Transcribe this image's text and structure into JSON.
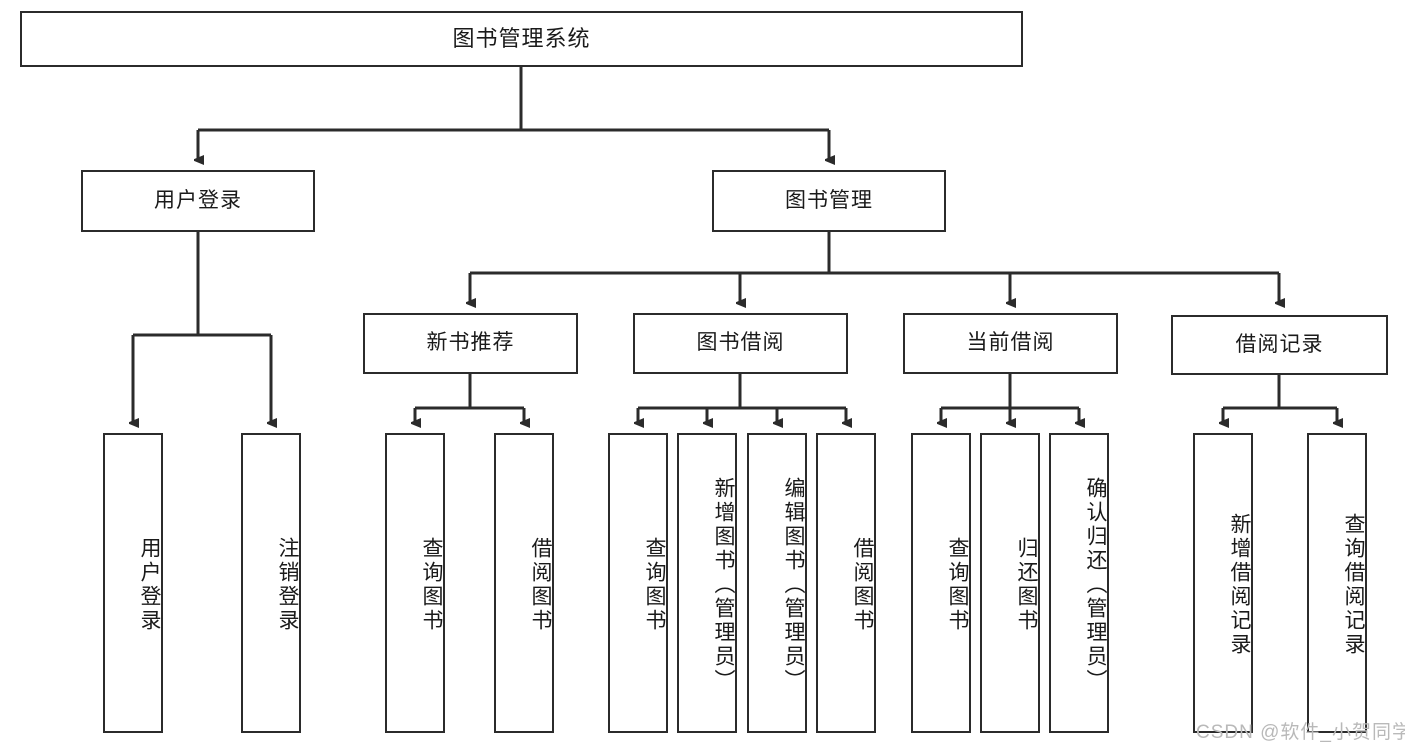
{
  "diagram": {
    "title_node": {
      "label": "图书管理系统"
    },
    "level2": [
      {
        "id": "user-login",
        "label": "用户登录"
      },
      {
        "id": "book-manage",
        "label": "图书管理"
      }
    ],
    "level3": [
      {
        "id": "new-book-recommend",
        "label": "新书推荐"
      },
      {
        "id": "book-borrow",
        "label": "图书借阅"
      },
      {
        "id": "current-borrow",
        "label": "当前借阅"
      },
      {
        "id": "borrow-record",
        "label": "借阅记录"
      }
    ],
    "leaves": {
      "user_login": [
        {
          "id": "leaf-user-login",
          "label": "用户登录"
        },
        {
          "id": "leaf-user-logout",
          "label": "注销登录"
        }
      ],
      "new_book_recommend": [
        {
          "id": "leaf-query-book-1",
          "label": "查询图书"
        },
        {
          "id": "leaf-borrow-book-1",
          "label": "借阅图书"
        }
      ],
      "book_borrow": [
        {
          "id": "leaf-query-book-2",
          "label": "查询图书"
        },
        {
          "id": "leaf-add-book",
          "label": "新增图书（管理员）"
        },
        {
          "id": "leaf-edit-book",
          "label": "编辑图书（管理员）"
        },
        {
          "id": "leaf-borrow-book-2",
          "label": "借阅图书"
        }
      ],
      "current_borrow": [
        {
          "id": "leaf-query-book-3",
          "label": "查询图书"
        },
        {
          "id": "leaf-return-book",
          "label": "归还图书"
        },
        {
          "id": "leaf-confirm-return",
          "label": "确认归还（管理员）"
        }
      ],
      "borrow_record": [
        {
          "id": "leaf-add-record",
          "label": "新增借阅记录"
        },
        {
          "id": "leaf-query-record",
          "label": "查询借阅记录"
        }
      ]
    }
  },
  "watermark": {
    "text": "CSDN @软件_小贺同学"
  },
  "colors": {
    "stroke": "#2b2b2b",
    "box_fill": "#ffffff",
    "text": "#1a1a1a",
    "watermark": "#b9b9b9",
    "page_bg": "#ffffff"
  }
}
